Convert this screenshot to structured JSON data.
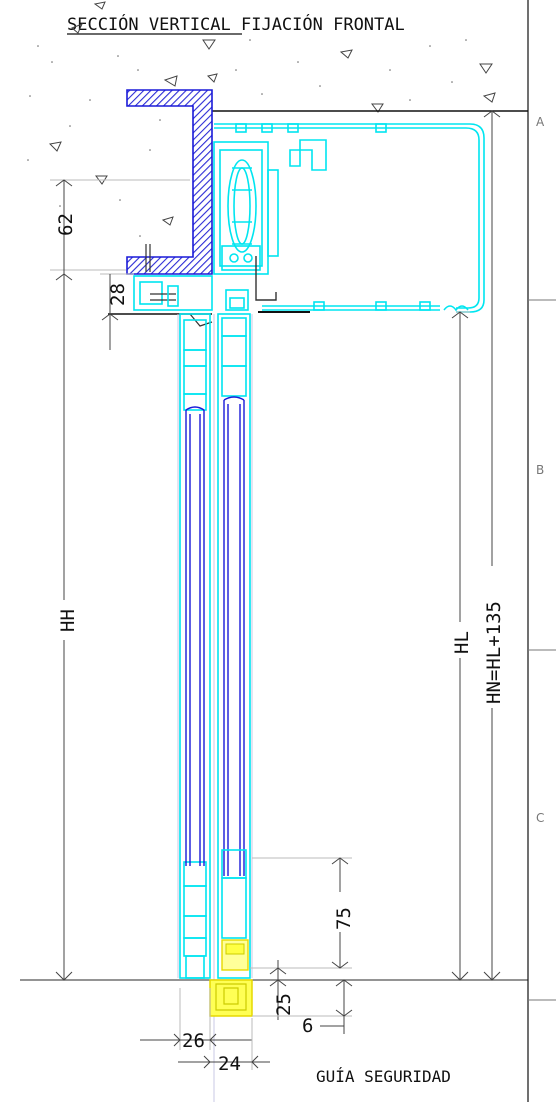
{
  "title": "SECCIÓN VERTICAL FIJACIÓN FRONTAL",
  "footer_label": "GUÍA SEGURIDAD",
  "zones": [
    "A",
    "B",
    "C"
  ],
  "dimensions": {
    "d62": "62",
    "d28": "28",
    "dHH": "HH",
    "dHL": "HL",
    "dHN": "HN=HL+135",
    "d75": "75",
    "d25": "25",
    "d6": "6",
    "d26": "26",
    "d24": "24"
  },
  "colors": {
    "profile_cyan": "#00e5f0",
    "glass_blue": "#1a1ad8",
    "concrete_hatch": "#2b2bd6",
    "guide_yellow": "#ffff44",
    "text": "#111111"
  }
}
